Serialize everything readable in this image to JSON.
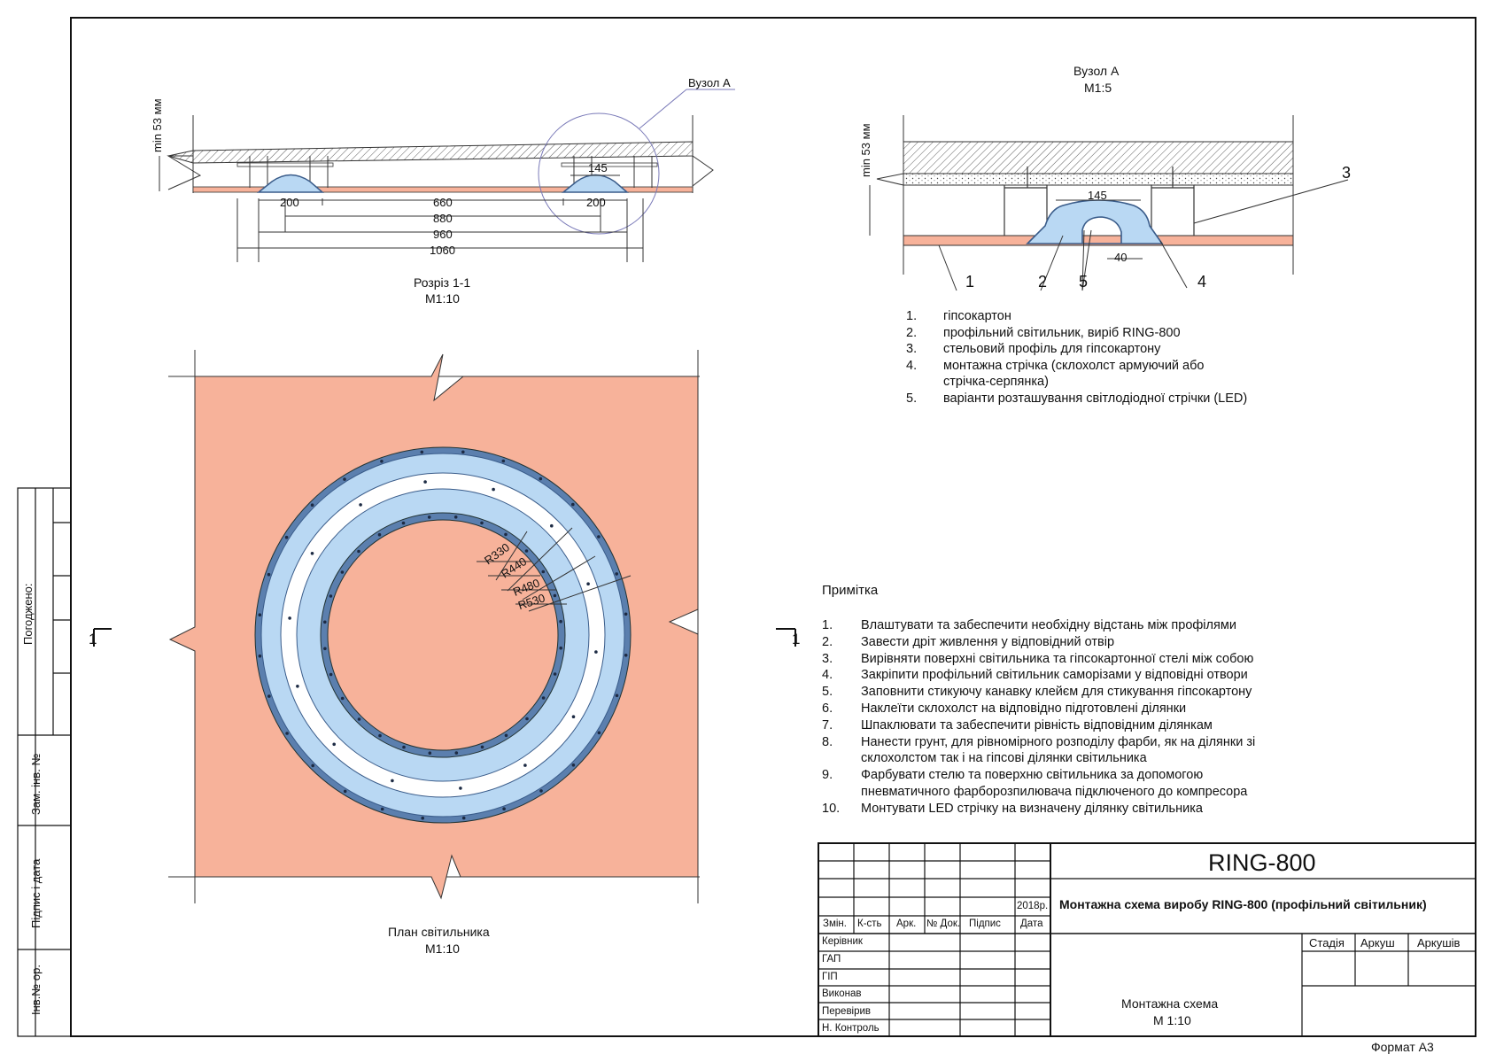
{
  "section": {
    "title": "Розріз 1-1",
    "scale": "М1:10",
    "node_label": "Вузол А",
    "min_height": "min 53 мм",
    "dims": {
      "d145": "145",
      "d200a": "200",
      "d660": "660",
      "d200b": "200",
      "d880": "880",
      "d960": "960",
      "d1060": "1060"
    }
  },
  "node": {
    "title": "Вузол А",
    "scale": "М1:5",
    "min_height": "min 53 мм",
    "d145": "145",
    "d40": "40",
    "callouts": [
      "1",
      "2",
      "5",
      "3",
      "4"
    ]
  },
  "plan": {
    "title": "План світильника",
    "scale": "М1:10",
    "radii": [
      "R330",
      "R440",
      "R480",
      "R530"
    ],
    "cut_mark": "1",
    "colors": {
      "board": "#f7b29a",
      "ring": "#b9d8f3",
      "ring_edge": "#5b7fae"
    }
  },
  "legend": [
    {
      "n": "1.",
      "text": "гіпсокартон"
    },
    {
      "n": "2.",
      "text": "профільний світильник, виріб RING-800"
    },
    {
      "n": "3.",
      "text": "стельовий профіль для гіпсокартону"
    },
    {
      "n": "4.",
      "text": "монтажна стрічка (склохолст армуючий або"
    },
    {
      "n": "",
      "text": "стрічка-серпянка)"
    },
    {
      "n": "5.",
      "text": "варіанти розташування світлодіодної стрічки (LED)"
    }
  ],
  "notes": {
    "title": "Примітка",
    "items": [
      {
        "n": "1.",
        "text": "Влаштувати та забеспечити необхідну відстань між профілями"
      },
      {
        "n": "2.",
        "text": "Завести дріт живлення у відповідний отвір"
      },
      {
        "n": "3.",
        "text": "Вирівняти поверхні світильника та гіпсокартонної стелі між собою"
      },
      {
        "n": "4.",
        "text": "Закріпити профільний світильник саморізами у відповідні отвори"
      },
      {
        "n": "5.",
        "text": "Заповнити стикуючу канавку клейєм для стикування гіпсокартону"
      },
      {
        "n": "6.",
        "text": "Наклеїти склохолст на відповідно підготовлені ділянки"
      },
      {
        "n": "7.",
        "text": "Шпаклювати та забеспечити рівність відповідним ділянкам"
      },
      {
        "n": "8.",
        "text": "Нанести грунт, для рівномірного розподілу фарби, як на ділянки зі"
      },
      {
        "n": "",
        "text": "склохолстом так і на гіпсові ділянки світильника"
      },
      {
        "n": "9.",
        "text": "Фарбувати стелю та поверхню світильника за допомогою"
      },
      {
        "n": "",
        "text": "пневматичного фарборозпилювача підключеного до компресора"
      },
      {
        "n": "10.",
        "text": "Монтувати LED стрічку на визначену ділянку світильника"
      }
    ]
  },
  "stamp": {
    "product": "RING-800",
    "description": "Монтажна схема виробу RING-800 (профільний світильник)",
    "year": "2018р.",
    "headers": [
      "Змін.",
      "К-сть",
      "Арк.",
      "№ Док.",
      "Підпис",
      "Дата"
    ],
    "roles": [
      "Керівник",
      "ГАП",
      "ГІП",
      "Виконав",
      "Перевірив",
      "Н. Контроль"
    ],
    "stage_headers": [
      "Стадія",
      "Аркуш",
      "Аркушів"
    ],
    "sheet_title": "Монтажна схема",
    "sheet_scale": "М 1:10"
  },
  "side": [
    "Погоджено:",
    "Зам. інв. №",
    "Підпис і дата",
    "Інв.№ ор."
  ],
  "format": "Формат А3"
}
